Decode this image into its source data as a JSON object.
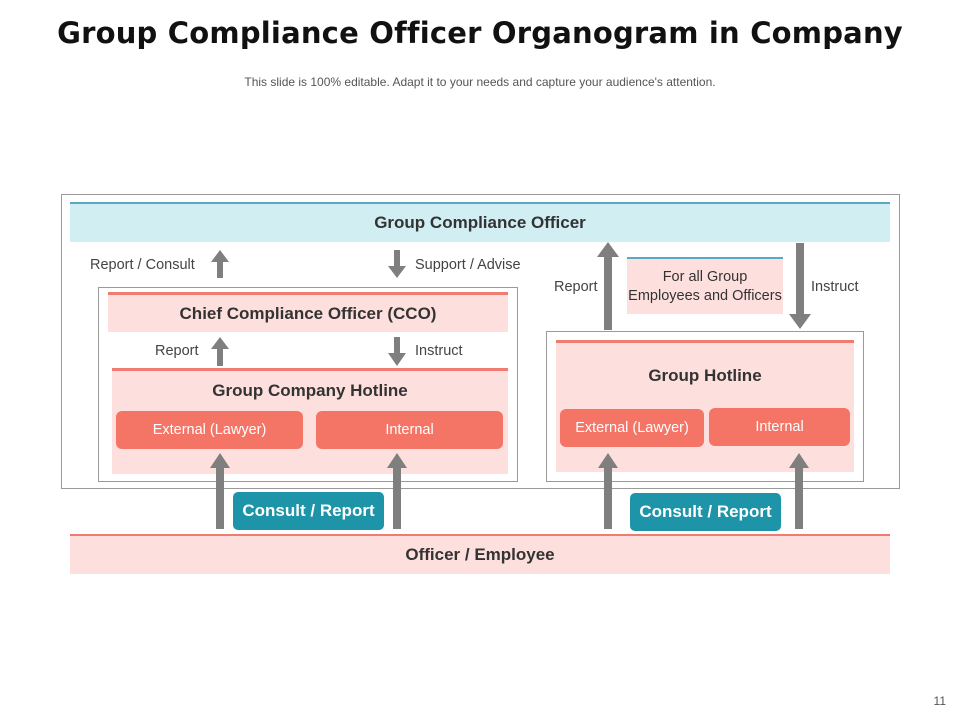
{
  "slide": {
    "title": "Group Compliance Officer Organogram in Company",
    "subtitle": "This slide is 100% editable. Adapt it to your needs and capture your audience's attention.",
    "page_number": "11"
  },
  "top_bar": {
    "label": "Group Compliance Officer"
  },
  "left_section": {
    "report_consult_label": "Report / Consult",
    "support_advise_label": "Support / Advise",
    "cco_label": "Chief Compliance Officer (CCO)",
    "report_label": "Report",
    "instruct_label": "Instruct",
    "hotline_title": "Group Company Hotline",
    "external_label": "External  (Lawyer)",
    "internal_label": "Internal",
    "consult_report_label": "Consult / Report"
  },
  "right_section": {
    "report_label": "Report",
    "instruct_label": "Instruct",
    "note_label": "For all Group Employees and Officers",
    "hotline_title": "Group Hotline",
    "external_label": "External   (Lawyer)",
    "internal_label": "Internal",
    "consult_report_label": "Consult / Report"
  },
  "bottom_bar": {
    "label": "Officer / Employee"
  },
  "colors": {
    "accent_blue": "#5aa9c2",
    "light_blue": "#d1eef3",
    "accent_red": "#f07b70",
    "light_pink": "#fde0de",
    "button_red": "#f47466",
    "teal": "#1e94a8",
    "arrow_gray": "#7f7f7f"
  }
}
